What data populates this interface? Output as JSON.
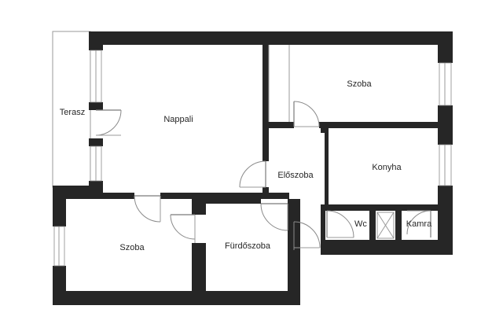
{
  "rooms": {
    "terasz": "Terasz",
    "nappali": "Nappali",
    "szoba_top": "Szoba",
    "eloszoba": "Előszoba",
    "konyha": "Konyha",
    "szoba_bottom": "Szoba",
    "furdoszoba": "Fürdőszoba",
    "wc": "Wc",
    "kamra": "Kamra"
  },
  "colors": {
    "wall": "#262626",
    "background": "#ffffff",
    "line": "#9a9a9a"
  }
}
